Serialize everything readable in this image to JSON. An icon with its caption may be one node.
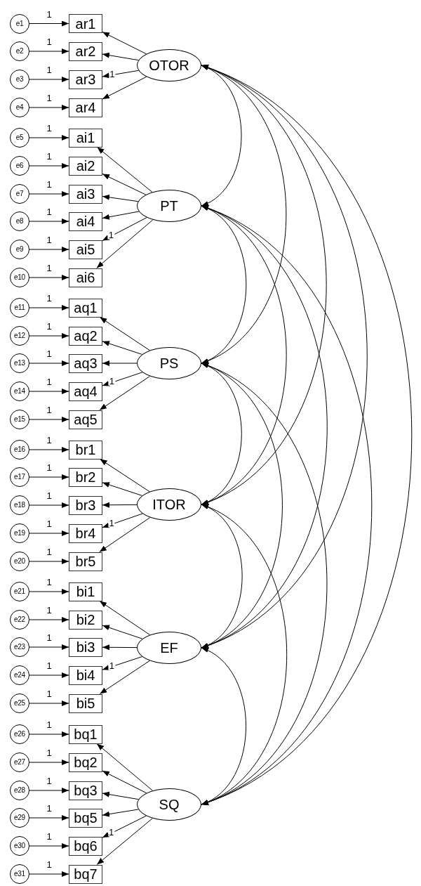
{
  "diagram": {
    "nodes": [
      {
        "text": [
          "e1"
        ]
      },
      {
        "text": [
          "ar1"
        ]
      },
      {
        "text": [
          "e2"
        ]
      },
      {
        "text": [
          "ar2"
        ]
      },
      {
        "text": [
          "e3"
        ]
      },
      {
        "text": [
          "ar3"
        ]
      },
      {
        "text": [
          "e4"
        ]
      },
      {
        "text": [
          "ar4"
        ]
      },
      {
        "text": [
          "OTOR"
        ]
      },
      {
        "text": [
          "e5"
        ]
      },
      {
        "text": [
          "ai1"
        ]
      },
      {
        "text": [
          "e6"
        ]
      },
      {
        "text": [
          "ai2"
        ]
      },
      {
        "text": [
          "e7"
        ]
      },
      {
        "text": [
          "ai3"
        ]
      },
      {
        "text": [
          "e8"
        ]
      },
      {
        "text": [
          "ai4"
        ]
      },
      {
        "text": [
          "e9"
        ]
      },
      {
        "text": [
          "ai5"
        ]
      },
      {
        "text": [
          "e10"
        ]
      },
      {
        "text": [
          "ai6"
        ]
      },
      {
        "text": [
          "PT"
        ]
      },
      {
        "text": [
          "e11"
        ]
      },
      {
        "text": [
          "aq1"
        ]
      },
      {
        "text": [
          "e12"
        ]
      },
      {
        "text": [
          "aq2"
        ]
      },
      {
        "text": [
          "e13"
        ]
      },
      {
        "text": [
          "aq3"
        ]
      },
      {
        "text": [
          "e14"
        ]
      },
      {
        "text": [
          "aq4"
        ]
      },
      {
        "text": [
          "e15"
        ]
      },
      {
        "text": [
          "aq5"
        ]
      },
      {
        "text": [
          "PS"
        ]
      },
      {
        "text": [
          "e16"
        ]
      },
      {
        "text": [
          "br1"
        ]
      },
      {
        "text": [
          "e17"
        ]
      },
      {
        "text": [
          "br2"
        ]
      },
      {
        "text": [
          "e18"
        ]
      },
      {
        "text": [
          "br3"
        ]
      },
      {
        "text": [
          "e19"
        ]
      },
      {
        "text": [
          "br4"
        ]
      },
      {
        "text": [
          "e20"
        ]
      },
      {
        "text": [
          "br5"
        ]
      },
      {
        "text": [
          "ITOR"
        ]
      },
      {
        "text": [
          "e21"
        ]
      },
      {
        "text": [
          "bi1"
        ]
      },
      {
        "text": [
          "e22"
        ]
      },
      {
        "text": [
          "bi2"
        ]
      },
      {
        "text": [
          "e23"
        ]
      },
      {
        "text": [
          "bi3"
        ]
      },
      {
        "text": [
          "e24"
        ]
      },
      {
        "text": [
          "bi4"
        ]
      },
      {
        "text": [
          "e25"
        ]
      },
      {
        "text": [
          "bi5"
        ]
      },
      {
        "text": [
          "EF"
        ]
      },
      {
        "text": [
          "e26"
        ]
      },
      {
        "text": [
          "bq1"
        ]
      },
      {
        "text": [
          "e27"
        ]
      },
      {
        "text": [
          "bq2"
        ]
      },
      {
        "text": [
          "e28"
        ]
      },
      {
        "text": [
          "bq3"
        ]
      },
      {
        "text": [
          "e29"
        ]
      },
      {
        "text": [
          "bq5"
        ]
      },
      {
        "text": [
          "e30"
        ]
      },
      {
        "text": [
          "bq6"
        ]
      },
      {
        "text": [
          "e31"
        ]
      },
      {
        "text": [
          "bq7"
        ]
      },
      {
        "text": [
          "SQ"
        ]
      }
    ],
    "edges": [
      {
        "from": 0,
        "to": 1,
        "arrow": "to",
        "label": "1"
      },
      {
        "from": 2,
        "to": 3,
        "arrow": "to",
        "label": "1"
      },
      {
        "from": 4,
        "to": 5,
        "arrow": "to",
        "label": "1"
      },
      {
        "from": 6,
        "to": 7,
        "arrow": "to",
        "label": "1"
      },
      {
        "from": 8,
        "to": 1,
        "arrow": "to"
      },
      {
        "from": 8,
        "to": 3,
        "arrow": "to"
      },
      {
        "from": 8,
        "to": 5,
        "arrow": "to",
        "label": "1"
      },
      {
        "from": 8,
        "to": 7,
        "arrow": "to"
      },
      {
        "from": 9,
        "to": 10,
        "arrow": "to",
        "label": "1"
      },
      {
        "from": 11,
        "to": 12,
        "arrow": "to",
        "label": "1"
      },
      {
        "from": 13,
        "to": 14,
        "arrow": "to",
        "label": "1"
      },
      {
        "from": 15,
        "to": 16,
        "arrow": "to",
        "label": "1"
      },
      {
        "from": 17,
        "to": 18,
        "arrow": "to",
        "label": "1"
      },
      {
        "from": 19,
        "to": 20,
        "arrow": "to",
        "label": "1"
      },
      {
        "from": 21,
        "to": 10,
        "arrow": "to"
      },
      {
        "from": 21,
        "to": 12,
        "arrow": "to"
      },
      {
        "from": 21,
        "to": 14,
        "arrow": "to"
      },
      {
        "from": 21,
        "to": 16,
        "arrow": "to"
      },
      {
        "from": 21,
        "to": 18,
        "arrow": "to",
        "label": "1"
      },
      {
        "from": 21,
        "to": 20,
        "arrow": "to"
      },
      {
        "from": 22,
        "to": 23,
        "arrow": "to",
        "label": "1"
      },
      {
        "from": 24,
        "to": 25,
        "arrow": "to",
        "label": "1"
      },
      {
        "from": 26,
        "to": 27,
        "arrow": "to",
        "label": "1"
      },
      {
        "from": 28,
        "to": 29,
        "arrow": "to",
        "label": "1"
      },
      {
        "from": 30,
        "to": 31,
        "arrow": "to",
        "label": "1"
      },
      {
        "from": 32,
        "to": 23,
        "arrow": "to"
      },
      {
        "from": 32,
        "to": 25,
        "arrow": "to"
      },
      {
        "from": 32,
        "to": 27,
        "arrow": "to"
      },
      {
        "from": 32,
        "to": 29,
        "arrow": "to",
        "label": "1"
      },
      {
        "from": 32,
        "to": 31,
        "arrow": "to"
      },
      {
        "from": 33,
        "to": 34,
        "arrow": "to",
        "label": "1"
      },
      {
        "from": 35,
        "to": 36,
        "arrow": "to",
        "label": "1"
      },
      {
        "from": 37,
        "to": 38,
        "arrow": "to",
        "label": "1"
      },
      {
        "from": 39,
        "to": 40,
        "arrow": "to",
        "label": "1"
      },
      {
        "from": 41,
        "to": 42,
        "arrow": "to",
        "label": "1"
      },
      {
        "from": 43,
        "to": 34,
        "arrow": "to"
      },
      {
        "from": 43,
        "to": 36,
        "arrow": "to"
      },
      {
        "from": 43,
        "to": 38,
        "arrow": "to"
      },
      {
        "from": 43,
        "to": 40,
        "arrow": "to",
        "label": "1"
      },
      {
        "from": 43,
        "to": 42,
        "arrow": "to"
      },
      {
        "from": 44,
        "to": 45,
        "arrow": "to",
        "label": "1"
      },
      {
        "from": 46,
        "to": 47,
        "arrow": "to",
        "label": "1"
      },
      {
        "from": 48,
        "to": 49,
        "arrow": "to",
        "label": "1"
      },
      {
        "from": 50,
        "to": 51,
        "arrow": "to",
        "label": "1"
      },
      {
        "from": 52,
        "to": 53,
        "arrow": "to",
        "label": "1"
      },
      {
        "from": 54,
        "to": 45,
        "arrow": "to"
      },
      {
        "from": 54,
        "to": 47,
        "arrow": "to"
      },
      {
        "from": 54,
        "to": 49,
        "arrow": "to"
      },
      {
        "from": 54,
        "to": 51,
        "arrow": "to",
        "label": "1"
      },
      {
        "from": 54,
        "to": 53,
        "arrow": "to"
      },
      {
        "from": 55,
        "to": 56,
        "arrow": "to",
        "label": "1"
      },
      {
        "from": 57,
        "to": 58,
        "arrow": "to",
        "label": "1"
      },
      {
        "from": 59,
        "to": 60,
        "arrow": "to",
        "label": "1"
      },
      {
        "from": 61,
        "to": 62,
        "arrow": "to",
        "label": "1"
      },
      {
        "from": 63,
        "to": 64,
        "arrow": "to",
        "label": "1"
      },
      {
        "from": 65,
        "to": 66,
        "arrow": "to",
        "label": "1"
      },
      {
        "from": 67,
        "to": 56,
        "arrow": "to"
      },
      {
        "from": 67,
        "to": 58,
        "arrow": "to"
      },
      {
        "from": 67,
        "to": 60,
        "arrow": "to"
      },
      {
        "from": 67,
        "to": 62,
        "arrow": "to"
      },
      {
        "from": 67,
        "to": 64,
        "arrow": "to",
        "label": "1"
      },
      {
        "from": 67,
        "to": 66,
        "arrow": "to"
      },
      {
        "from": 8,
        "to": 21,
        "arrow": "both"
      },
      {
        "from": 8,
        "to": 32,
        "arrow": "both"
      },
      {
        "from": 8,
        "to": 43,
        "arrow": "both"
      },
      {
        "from": 8,
        "to": 54,
        "arrow": "both"
      },
      {
        "from": 8,
        "to": 67,
        "arrow": "both"
      },
      {
        "from": 21,
        "to": 32,
        "arrow": "both"
      },
      {
        "from": 21,
        "to": 43,
        "arrow": "both"
      },
      {
        "from": 21,
        "to": 54,
        "arrow": "both"
      },
      {
        "from": 21,
        "to": 67,
        "arrow": "both"
      },
      {
        "from": 32,
        "to": 43,
        "arrow": "both"
      },
      {
        "from": 32,
        "to": 54,
        "arrow": "both"
      },
      {
        "from": 32,
        "to": 67,
        "arrow": "both"
      },
      {
        "from": 43,
        "to": 54,
        "arrow": "both"
      },
      {
        "from": 43,
        "to": 67,
        "arrow": "both"
      },
      {
        "from": 54,
        "to": 67,
        "arrow": "both"
      }
    ]
  }
}
